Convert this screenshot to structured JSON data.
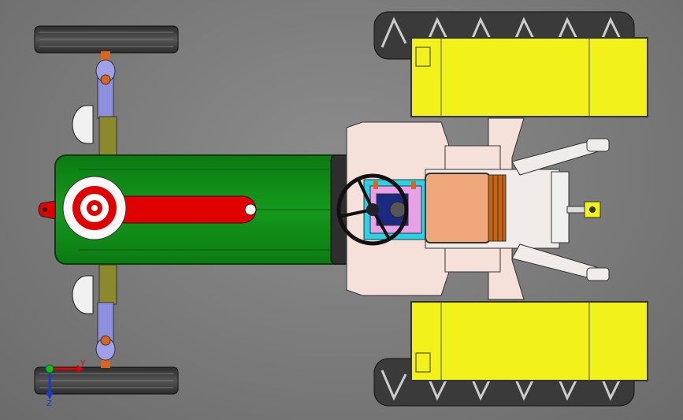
{
  "viewport": {
    "background": "#7c7c7c",
    "model": "tractor-top-view"
  },
  "colors": {
    "body_green": "#0f8a16",
    "tire_yellow_fender": "#f2f21a",
    "tire_dark": "#3a3a3a",
    "axle_blue": "#8f8fe0",
    "axle_olive": "#8a8a2a",
    "accent_red": "#e00000",
    "accent_orange": "#d9661c",
    "seat_tan": "#f0a77a",
    "platform_pink": "#f6e1da",
    "cyan": "#27d3e6",
    "steering_black": "#111111"
  },
  "triad": {
    "x_label": "Y",
    "z_label": "Z"
  }
}
